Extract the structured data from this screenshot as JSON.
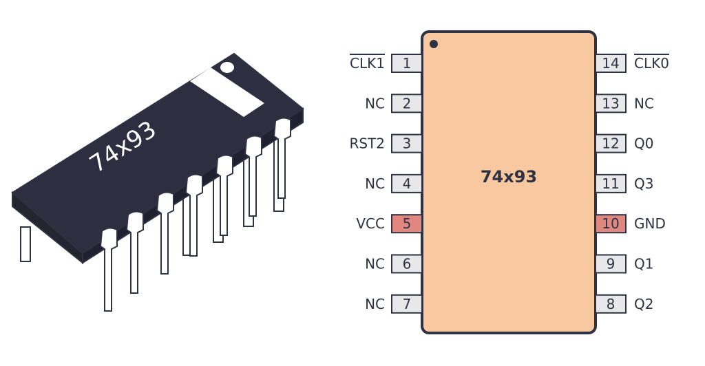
{
  "package_marking": "74x93",
  "chip": {
    "name": "74x93",
    "body_color": "#f8c8a0",
    "power_pin_color": "#e08880",
    "pin_color": "#e8e8ea",
    "outline_color": "#2f3242"
  },
  "pins_left": [
    {
      "num": "1",
      "label": "CLK1",
      "overline": true,
      "power": false
    },
    {
      "num": "2",
      "label": "NC",
      "overline": false,
      "power": false
    },
    {
      "num": "3",
      "label": "RST2",
      "overline": false,
      "power": false
    },
    {
      "num": "4",
      "label": "NC",
      "overline": false,
      "power": false
    },
    {
      "num": "5",
      "label": "VCC",
      "overline": false,
      "power": true
    },
    {
      "num": "6",
      "label": "NC",
      "overline": false,
      "power": false
    },
    {
      "num": "7",
      "label": "NC",
      "overline": false,
      "power": false
    }
  ],
  "pins_right": [
    {
      "num": "14",
      "label": "CLK0",
      "overline": true,
      "power": false
    },
    {
      "num": "13",
      "label": "NC",
      "overline": false,
      "power": false
    },
    {
      "num": "12",
      "label": "Q0",
      "overline": false,
      "power": false
    },
    {
      "num": "11",
      "label": "Q3",
      "overline": false,
      "power": false
    },
    {
      "num": "10",
      "label": "GND",
      "overline": false,
      "power": true
    },
    {
      "num": "9",
      "label": "Q1",
      "overline": false,
      "power": false
    },
    {
      "num": "8",
      "label": "Q2",
      "overline": false,
      "power": false
    }
  ]
}
